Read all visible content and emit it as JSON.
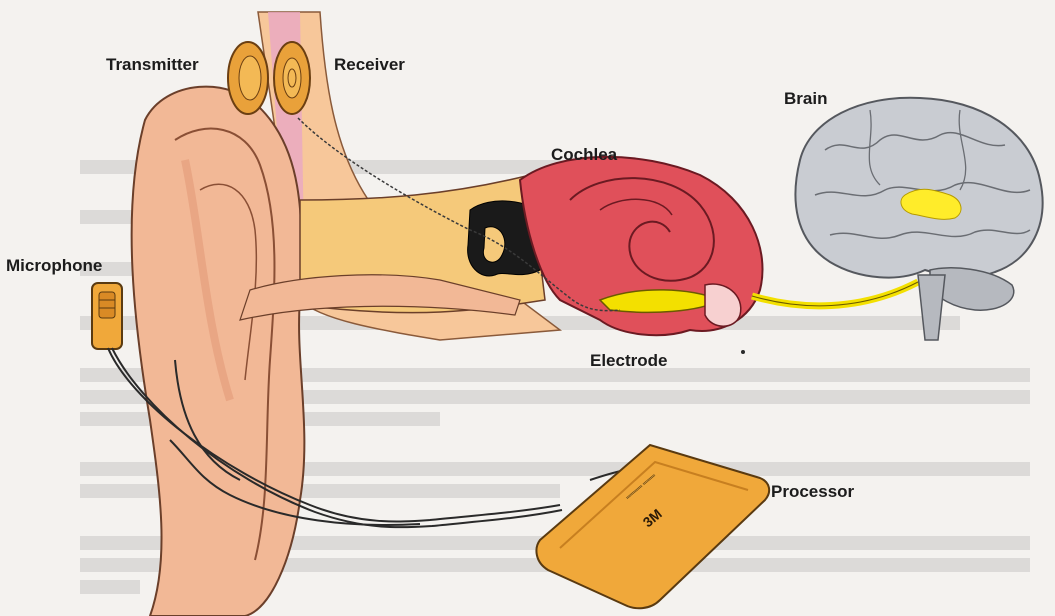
{
  "labels": {
    "transmitter": "Transmitter",
    "receiver": "Receiver",
    "cochlea": "Cochlea",
    "brain": "Brain",
    "microphone": "Microphone",
    "electrode": "Electrode",
    "processor": "Processor"
  },
  "processor_logo": "3M",
  "colors": {
    "skin": "#f2b896",
    "skin_dark": "#e39a78",
    "canal": "#f5c97a",
    "cochlea": "#e0505a",
    "cochlea_dark": "#b83040",
    "electrode_yellow": "#f3e000",
    "brain_gray": "#c9ccd2",
    "brain_highlight": "#ffec2a",
    "device_orange": "#f0a83a",
    "wire": "#2a2a2a",
    "background": "#f4f2ef"
  }
}
